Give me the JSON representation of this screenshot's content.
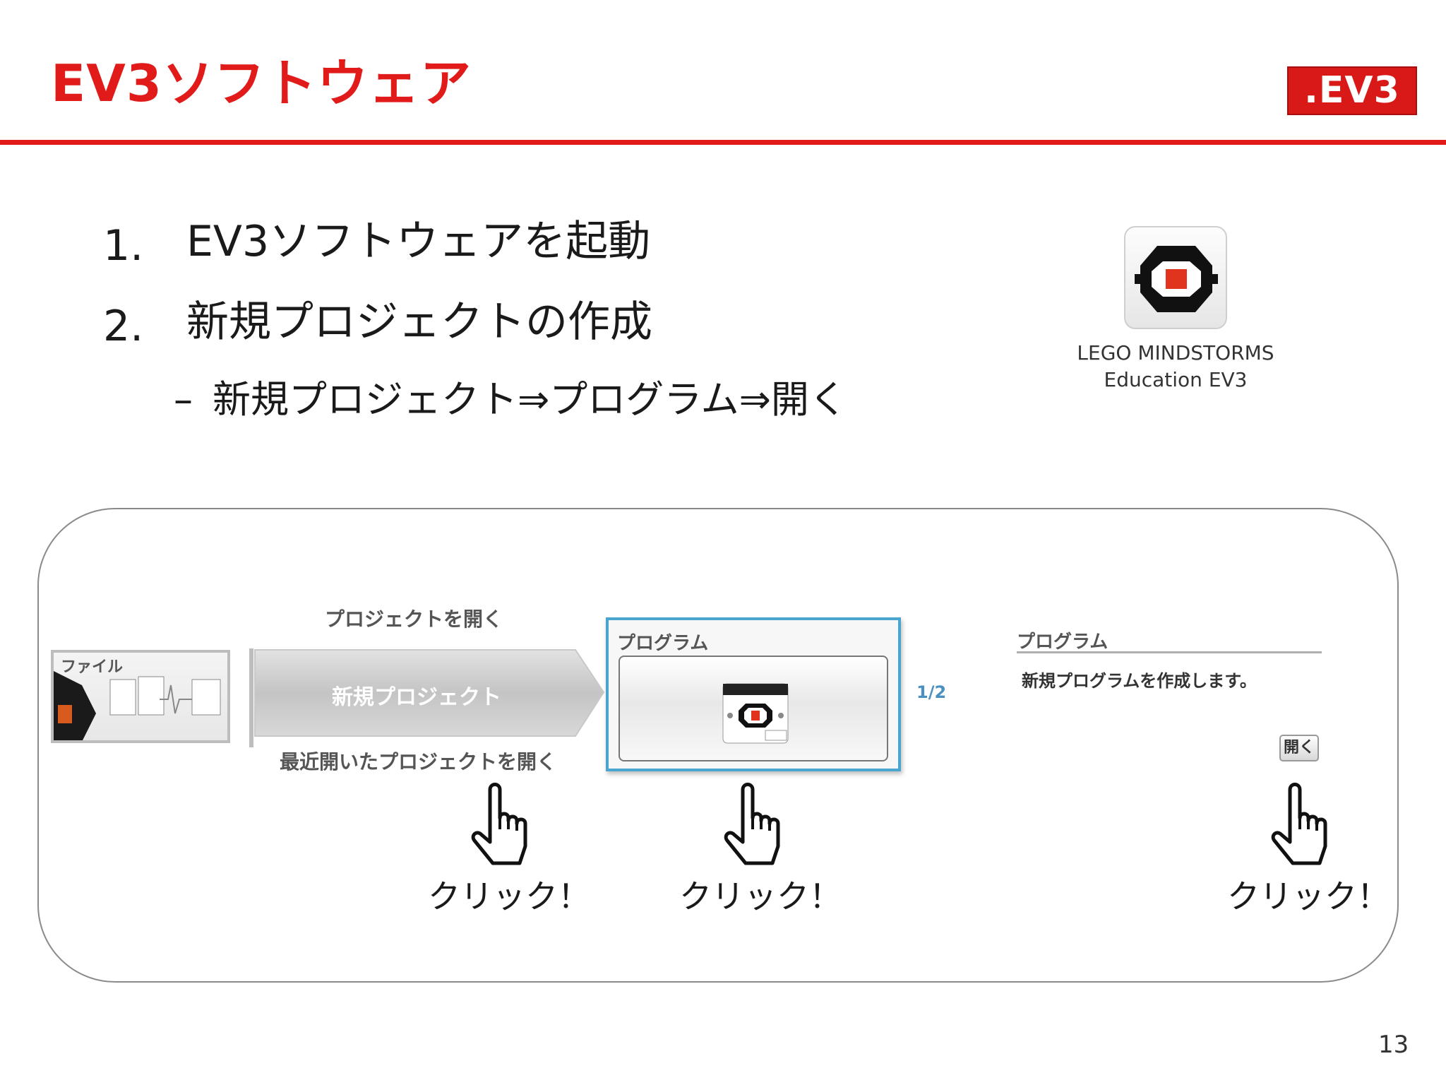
{
  "header": {
    "title": "EV3ソフトウェア",
    "logo_text": ".EV3"
  },
  "bullets": [
    {
      "num": "1.",
      "text": "EV3ソフトウェアを起動"
    },
    {
      "num": "2.",
      "text": "新規プロジェクトの作成"
    }
  ],
  "sub_bullet": {
    "dash": "–",
    "text": "新規プロジェクト⇒プログラム⇒開く"
  },
  "app_icon": {
    "label_line1": "LEGO MINDSTORMS",
    "label_line2": "Education EV3"
  },
  "screenshot": {
    "file_label": "ファイル",
    "open_project": "プロジェクトを開く",
    "new_project": "新規プロジェクト",
    "recent_project": "最近開いたプロジェクトを開く",
    "program_label": "プログラム",
    "pager": "1/2",
    "desc_title": "プログラム",
    "desc_text": "新規プログラムを作成します。",
    "open_button": "開く"
  },
  "clicks": [
    "クリック！",
    "クリック！",
    "クリック！"
  ],
  "page_number": "13",
  "colors": {
    "accent": "#e11a1a",
    "selection": "#4aa6d0"
  }
}
